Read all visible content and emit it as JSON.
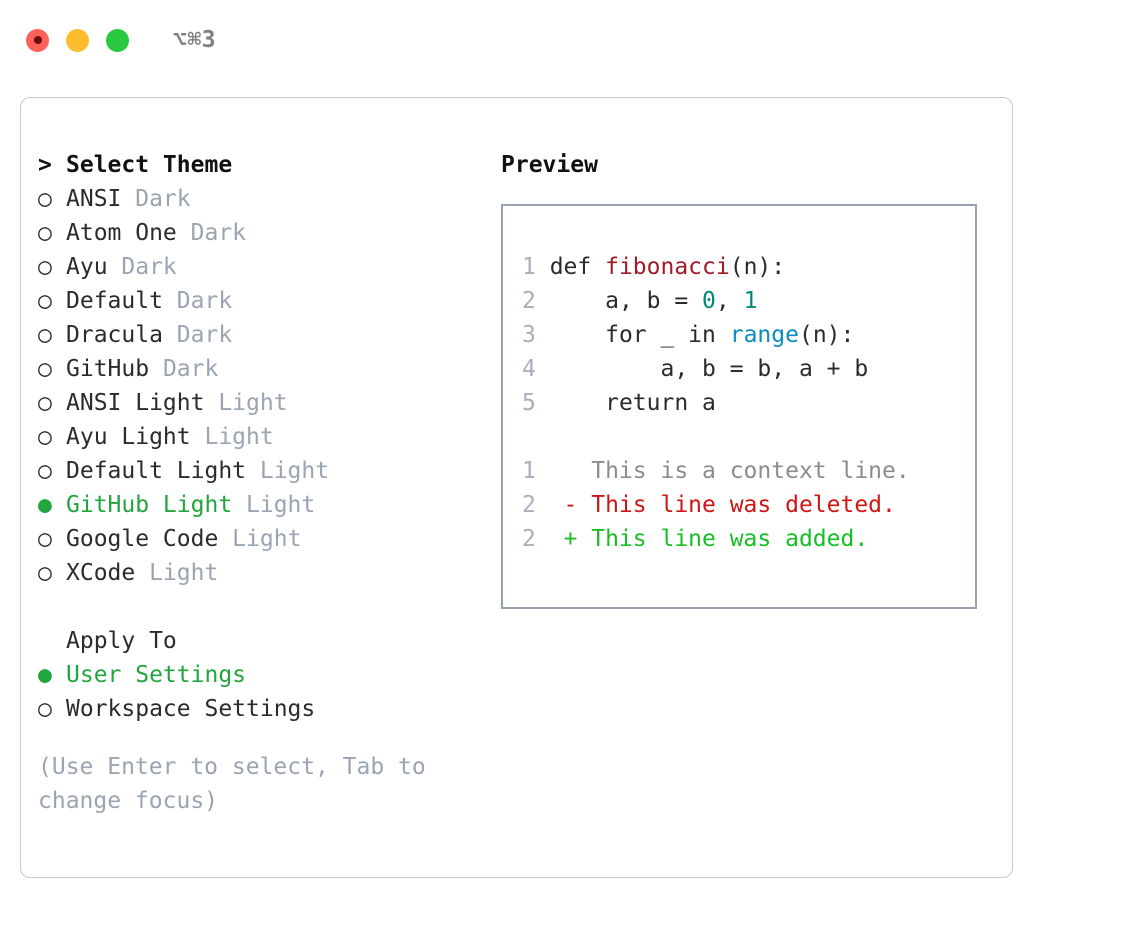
{
  "window": {
    "shortcut": "⌥⌘3",
    "traffic_lights": [
      {
        "name": "close-button",
        "color": "#fd6158",
        "recording": true
      },
      {
        "name": "minimize-button",
        "color": "#fdbd2e",
        "recording": false
      },
      {
        "name": "maximize-button",
        "color": "#28c93f",
        "recording": false
      }
    ]
  },
  "theme_picker": {
    "header_marker": ">",
    "header_label": "Select Theme",
    "items": [
      {
        "marker": "○",
        "name": "ANSI",
        "tag": "Dark",
        "selected": false
      },
      {
        "marker": "○",
        "name": "Atom One",
        "tag": "Dark",
        "selected": false
      },
      {
        "marker": "○",
        "name": "Ayu",
        "tag": "Dark",
        "selected": false
      },
      {
        "marker": "○",
        "name": "Default",
        "tag": "Dark",
        "selected": false
      },
      {
        "marker": "○",
        "name": "Dracula",
        "tag": "Dark",
        "selected": false
      },
      {
        "marker": "○",
        "name": "GitHub",
        "tag": "Dark",
        "selected": false
      },
      {
        "marker": "○",
        "name": "ANSI Light",
        "tag": "Light",
        "selected": false
      },
      {
        "marker": "○",
        "name": "Ayu Light",
        "tag": "Light",
        "selected": false
      },
      {
        "marker": "○",
        "name": "Default Light",
        "tag": "Light",
        "selected": false
      },
      {
        "marker": "●",
        "name": "GitHub Light",
        "tag": "Light",
        "selected": true
      },
      {
        "marker": "○",
        "name": "Google Code",
        "tag": "Light",
        "selected": false
      },
      {
        "marker": "○",
        "name": "XCode",
        "tag": "Light",
        "selected": false
      }
    ]
  },
  "apply_to": {
    "heading": "Apply To",
    "options": [
      {
        "marker": "●",
        "label": "User Settings",
        "selected": true
      },
      {
        "marker": "○",
        "label": "Workspace Settings",
        "selected": false
      }
    ]
  },
  "hint": "(Use Enter to select, Tab to change focus)",
  "preview": {
    "title": "Preview",
    "code_lines": [
      {
        "num": "1",
        "segments": [
          {
            "text": "def ",
            "style": "plain"
          },
          {
            "text": "fibonacci",
            "style": "fn"
          },
          {
            "text": "(n):",
            "style": "plain"
          }
        ]
      },
      {
        "num": "2",
        "segments": [
          {
            "text": "    a, b = ",
            "style": "plain"
          },
          {
            "text": "0",
            "style": "num"
          },
          {
            "text": ", ",
            "style": "plain"
          },
          {
            "text": "1",
            "style": "num"
          }
        ]
      },
      {
        "num": "3",
        "segments": [
          {
            "text": "    for _ in ",
            "style": "plain"
          },
          {
            "text": "range",
            "style": "call"
          },
          {
            "text": "(n):",
            "style": "plain"
          }
        ]
      },
      {
        "num": "4",
        "segments": [
          {
            "text": "        a, b = b, a + b",
            "style": "plain"
          }
        ]
      },
      {
        "num": "5",
        "segments": [
          {
            "text": "    return a",
            "style": "plain"
          }
        ]
      }
    ],
    "diff_lines": [
      {
        "num": "1",
        "marker": " ",
        "text": "This is a context line.",
        "kind": "context"
      },
      {
        "num": "2",
        "marker": "-",
        "text": "This line was deleted.",
        "kind": "deleted"
      },
      {
        "num": "2",
        "marker": "+",
        "text": "This line was added.",
        "kind": "added"
      }
    ]
  },
  "colors": {
    "accent_green": "#21a53f",
    "muted": "#9aa4b2",
    "line_number": "#a6afbb",
    "fn_red": "#a01b2a",
    "number_teal": "#00897a",
    "call_blue": "#0b8bc4",
    "diff_deleted": "#d01515",
    "diff_added": "#17bf25",
    "card_border": "#c2cad4",
    "preview_border": "#96a2b3"
  }
}
